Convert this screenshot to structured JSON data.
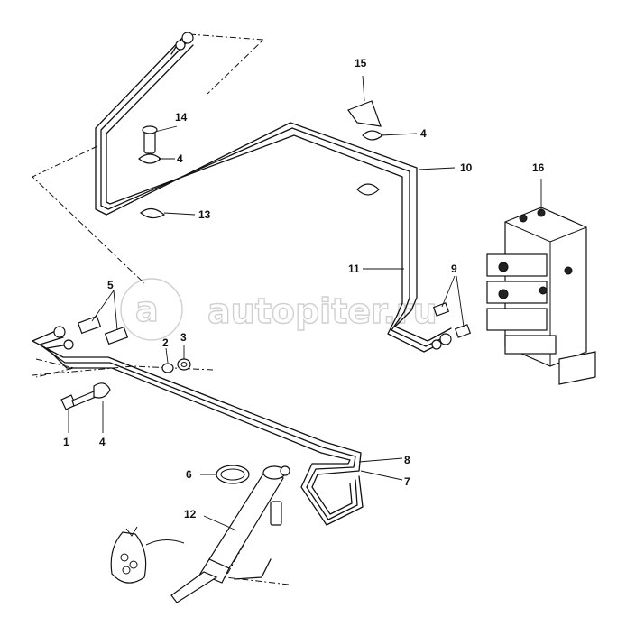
{
  "watermark": {
    "text": "autopiter.ru"
  },
  "callouts": [
    {
      "id": "c15",
      "label": "15"
    },
    {
      "id": "c14",
      "label": "14"
    },
    {
      "id": "c4a",
      "label": "4"
    },
    {
      "id": "c4b",
      "label": "4"
    },
    {
      "id": "c10",
      "label": "10"
    },
    {
      "id": "c16",
      "label": "16"
    },
    {
      "id": "c13",
      "label": "13"
    },
    {
      "id": "c11",
      "label": "11"
    },
    {
      "id": "c9",
      "label": "9"
    },
    {
      "id": "c5",
      "label": "5"
    },
    {
      "id": "c2",
      "label": "2"
    },
    {
      "id": "c3",
      "label": "3"
    },
    {
      "id": "c1",
      "label": "1"
    },
    {
      "id": "c4c",
      "label": "4"
    },
    {
      "id": "c8",
      "label": "8"
    },
    {
      "id": "c6",
      "label": "6"
    },
    {
      "id": "c7",
      "label": "7"
    },
    {
      "id": "c12",
      "label": "12"
    }
  ],
  "colors": {
    "line": "#111111",
    "watermark": "#d0d0d0",
    "background": "#ffffff"
  }
}
